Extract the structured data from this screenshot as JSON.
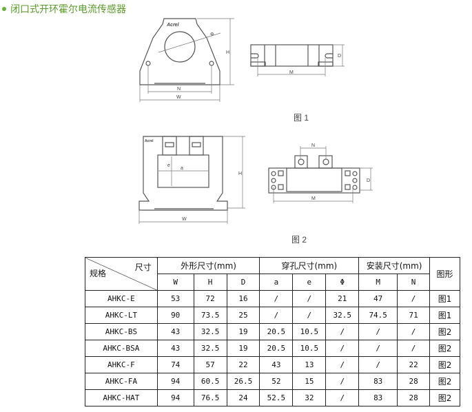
{
  "title": "闭口式开环霍尔电流传感器",
  "figures": {
    "fig1": {
      "caption": "图 1",
      "brand": "Acrel",
      "labels": {
        "W": "W",
        "N": "N",
        "H": "H",
        "phi": "Φ",
        "M": "M",
        "D": "D"
      }
    },
    "fig2": {
      "caption": "图 2",
      "brand": "Acrel",
      "labels": {
        "W": "W",
        "H": "H",
        "a": "a",
        "e": "e",
        "N": "N",
        "M": "M",
        "D": "D"
      }
    }
  },
  "table": {
    "corner_top": "尺寸",
    "corner_bottom": "规格",
    "groups": [
      "外形尺寸(mm)",
      "穿孔尺寸(mm)",
      "安装尺寸(mm)"
    ],
    "figure_header": "图形",
    "subheaders": [
      "W",
      "H",
      "D",
      "a",
      "e",
      "Φ",
      "M",
      "N"
    ],
    "rows": [
      [
        "AHKC-E",
        "53",
        "72",
        "16",
        "/",
        "/",
        "21",
        "47",
        "/",
        "图1"
      ],
      [
        "AHKC-LT",
        "90",
        "73.5",
        "25",
        "/",
        "/",
        "32.5",
        "74.5",
        "71",
        "图1"
      ],
      [
        "AHKC-BS",
        "43",
        "32.5",
        "19",
        "20.5",
        "10.5",
        "/",
        "/",
        "/",
        "图2"
      ],
      [
        "AHKC-BSA",
        "43",
        "32.5",
        "19",
        "20.5",
        "10.5",
        "/",
        "/",
        "/",
        "图2"
      ],
      [
        "AHKC-F",
        "74",
        "57",
        "22",
        "43",
        "13",
        "/",
        "/",
        "22",
        "图2"
      ],
      [
        "AHKC-FA",
        "94",
        "60.5",
        "26.5",
        "52",
        "15",
        "/",
        "83",
        "28",
        "图2"
      ],
      [
        "AHKC-HAT",
        "94",
        "76.5",
        "24",
        "52.5",
        "32",
        "/",
        "83",
        "28",
        "图2"
      ]
    ]
  }
}
